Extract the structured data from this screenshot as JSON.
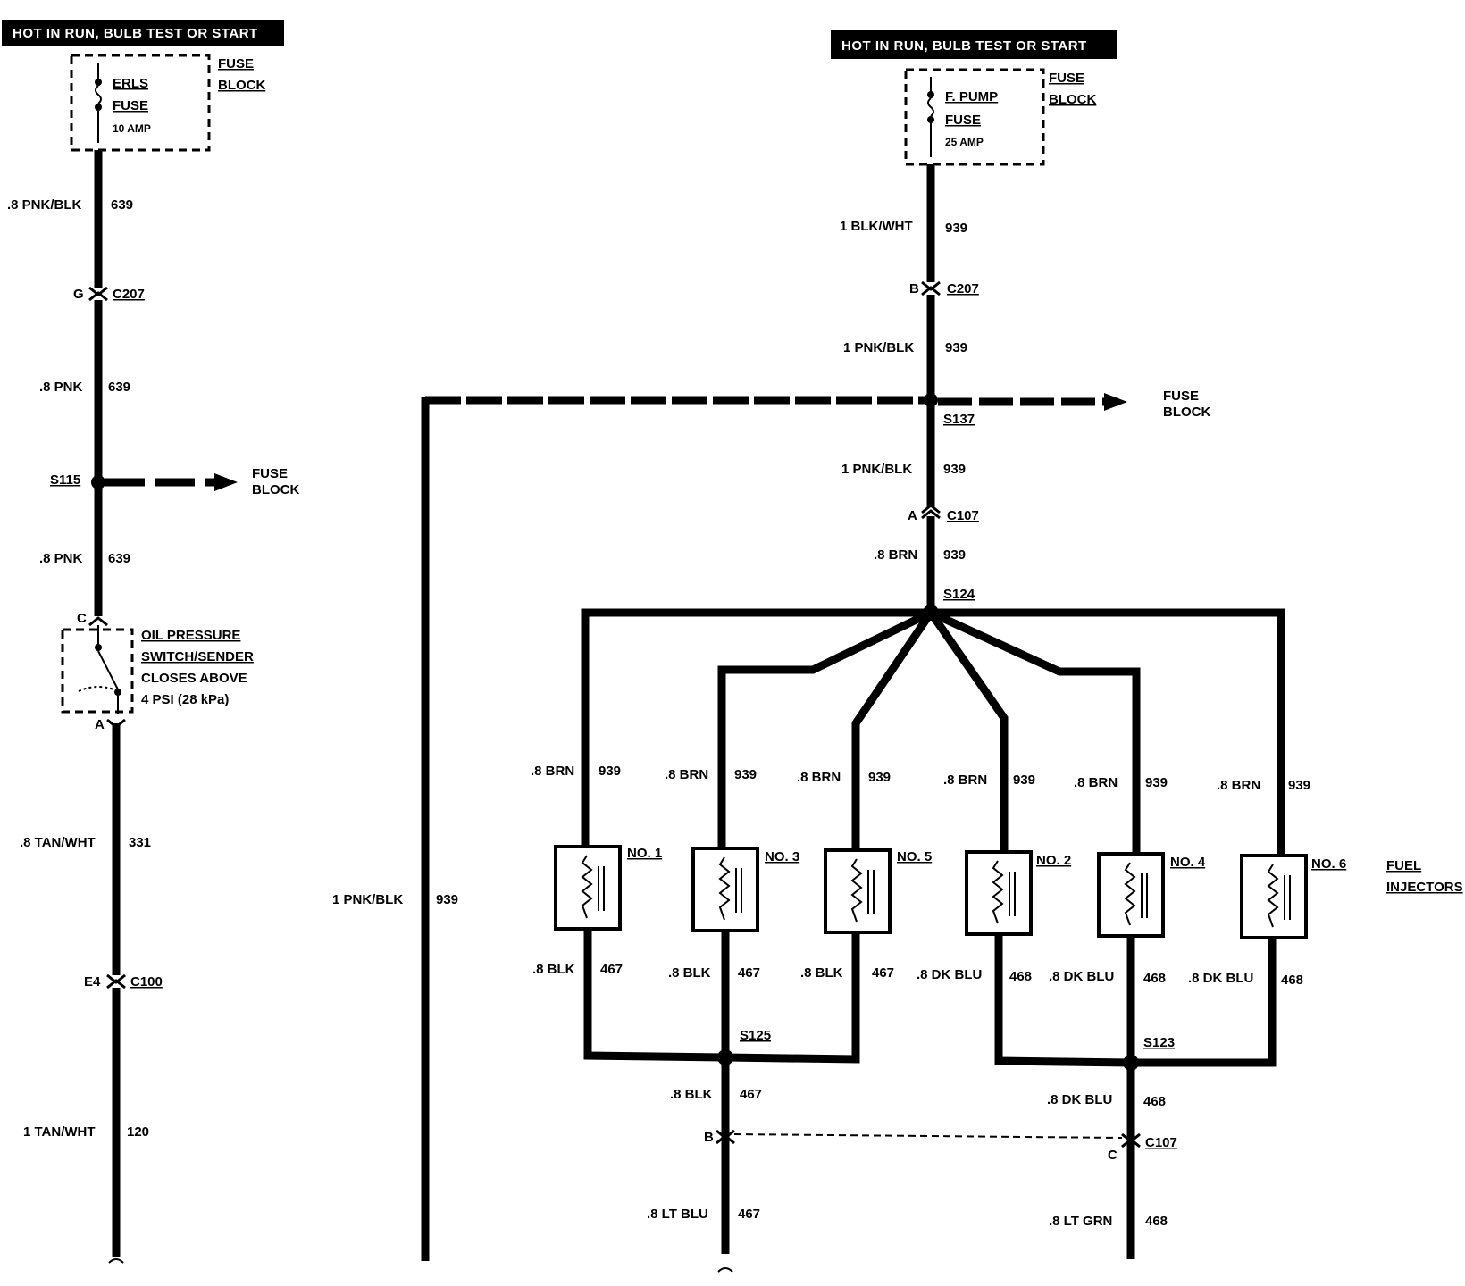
{
  "left": {
    "header": "HOT IN RUN, BULB TEST OR START",
    "fuse_name_1": "ERLS",
    "fuse_name_2": "FUSE",
    "fuse_rating": "10 AMP",
    "fuse_block_1": "FUSE",
    "fuse_block_2": "BLOCK",
    "wire1_label": ".8 PNK/BLK",
    "wire1_circuit": "639",
    "c207_pin": "G",
    "c207_name": "C207",
    "wire2_label": ".8 PNK",
    "wire2_circuit": "639",
    "s115_name": "S115",
    "s115_dest_1": "FUSE",
    "s115_dest_2": "BLOCK",
    "wire3_label": ".8 PNK",
    "wire3_circuit": "639",
    "switch_pin_top": "C",
    "switch_pin_bottom": "A",
    "switch_1": "OIL PRESSURE",
    "switch_2": "SWITCH/SENDER",
    "switch_3": "CLOSES ABOVE",
    "switch_4": "4 PSI (28 kPa)",
    "wire4_label": ".8 TAN/WHT",
    "wire4_circuit": "331",
    "c100_pin": "E4",
    "c100_name": "C100",
    "wire5_label": "1 TAN/WHT",
    "wire5_circuit": "120"
  },
  "right": {
    "header": "HOT IN RUN, BULB TEST OR START",
    "fuse_name_1": "F. PUMP",
    "fuse_name_2": "FUSE",
    "fuse_rating": "25 AMP",
    "fuse_block_1": "FUSE",
    "fuse_block_2": "BLOCK",
    "wire1_label": "1 BLK/WHT",
    "wire1_circuit": "939",
    "c207_pin": "B",
    "c207_name": "C207",
    "wire2_label": "1 PNK/BLK",
    "wire2_circuit": "939",
    "s137_name": "S137",
    "s137_dest_1": "FUSE",
    "s137_dest_2": "BLOCK",
    "wire3_label": "1 PNK/BLK",
    "wire3_circuit": "939",
    "c107_pin_a": "A",
    "c107_name_a": "C107",
    "wire4_label": ".8 BRN",
    "wire4_circuit": "939",
    "s124_name": "S124",
    "long_wire_label": "1 PNK/BLK",
    "long_wire_circuit": "939",
    "injectors_1": "FUEL",
    "injectors_2": "INJECTORS",
    "injectors": [
      {
        "name": "NO. 1",
        "top_label": ".8 BRN",
        "top_circuit": "939",
        "bottom_label": ".8 BLK",
        "bottom_circuit": "467"
      },
      {
        "name": "NO. 3",
        "top_label": ".8 BRN",
        "top_circuit": "939",
        "bottom_label": ".8 BLK",
        "bottom_circuit": "467"
      },
      {
        "name": "NO. 5",
        "top_label": ".8 BRN",
        "top_circuit": "939",
        "bottom_label": ".8 BLK",
        "bottom_circuit": "467"
      },
      {
        "name": "NO. 2",
        "top_label": ".8 BRN",
        "top_circuit": "939",
        "bottom_label": ".8 DK BLU",
        "bottom_circuit": "468"
      },
      {
        "name": "NO. 4",
        "top_label": ".8 BRN",
        "top_circuit": "939",
        "bottom_label": ".8 DK BLU",
        "bottom_circuit": "468"
      },
      {
        "name": "NO. 6",
        "top_label": ".8 BRN",
        "top_circuit": "939",
        "bottom_label": ".8 DK BLU",
        "bottom_circuit": "468"
      }
    ],
    "s125_name": "S125",
    "s123_name": "S123",
    "out1_label": ".8 BLK",
    "out1_circuit": "467",
    "out2_label": ".8 DK BLU",
    "out2_circuit": "468",
    "c107_pin_b": "B",
    "c107_pin_c": "C",
    "c107_name_b": "C107",
    "final1_label": ".8 LT BLU",
    "final1_circuit": "467",
    "final2_label": ".8 LT GRN",
    "final2_circuit": "468"
  }
}
